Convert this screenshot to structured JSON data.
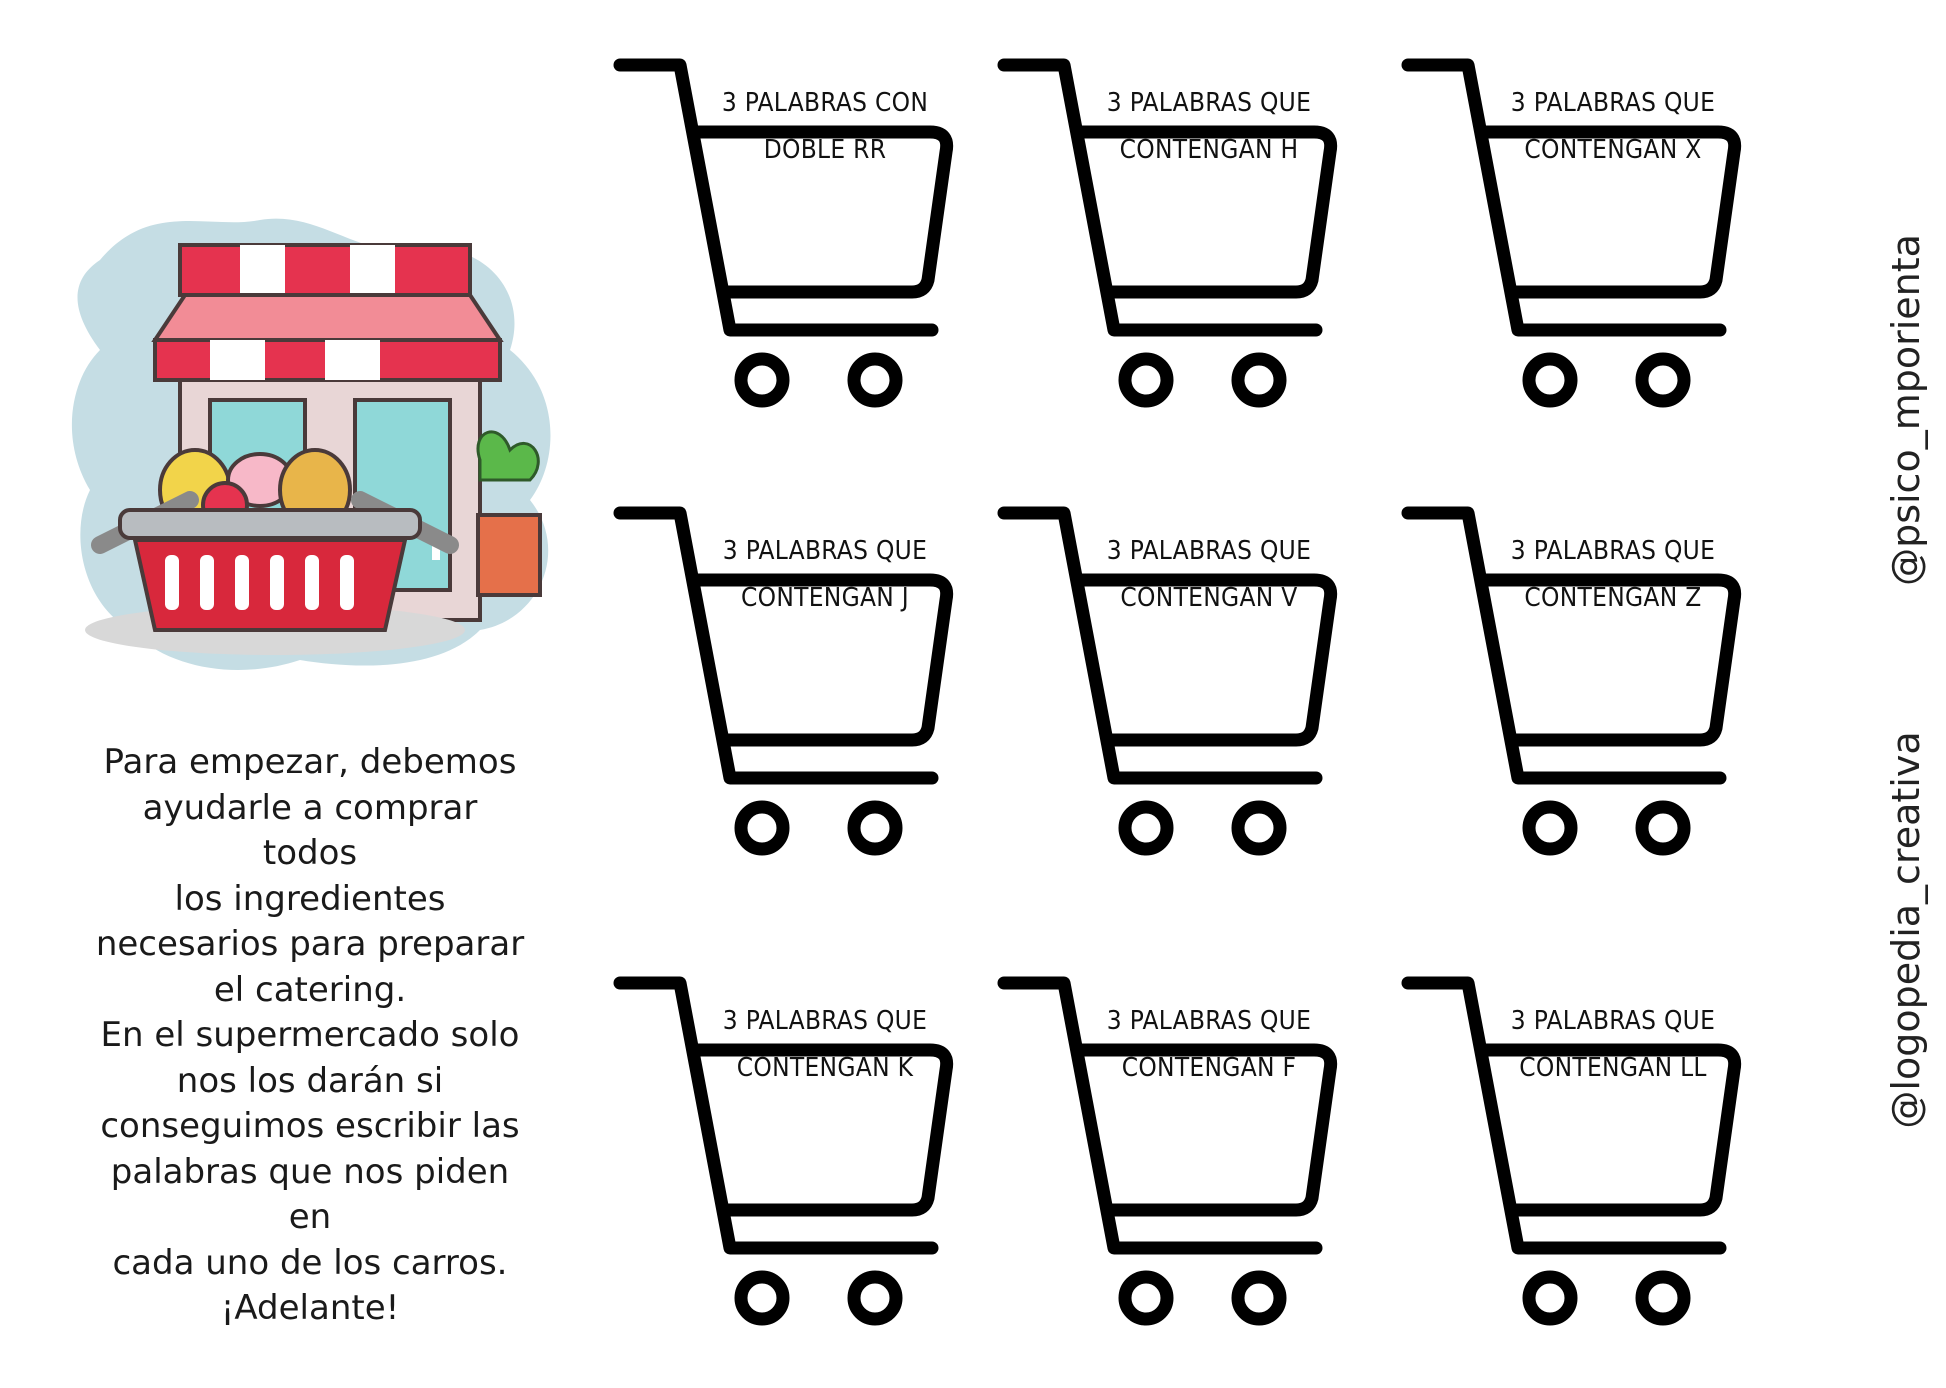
{
  "intro": {
    "lines": [
      "Para empezar, debemos",
      "ayudarle a comprar todos",
      "los ingredientes",
      "necesarios para preparar",
      "el catering.",
      "En el supermercado solo",
      "nos los darán si",
      "conseguimos escribir las",
      "palabras que nos piden en",
      "cada uno de los carros.",
      "¡Adelante!"
    ]
  },
  "carts": [
    {
      "line1": "3 PALABRAS CON",
      "line2": "DOBLE RR"
    },
    {
      "line1": "3 PALABRAS QUE",
      "line2": "CONTENGAN H"
    },
    {
      "line1": "3 PALABRAS QUE",
      "line2": "CONTENGAN X"
    },
    {
      "line1": "3 PALABRAS QUE",
      "line2": "CONTENGAN J"
    },
    {
      "line1": "3 PALABRAS QUE",
      "line2": "CONTENGAN V"
    },
    {
      "line1": "3 PALABRAS QUE",
      "line2": "CONTENGAN Z"
    },
    {
      "line1": "3 PALABRAS QUE",
      "line2": "CONTENGAN K"
    },
    {
      "line1": "3 PALABRAS QUE",
      "line2": "CONTENGAN F"
    },
    {
      "line1": "3 PALABRAS QUE",
      "line2": "CONTENGAN LL"
    }
  ],
  "handles": {
    "top": "@psico_mporienta",
    "bottom": "@logopedia_creativa"
  },
  "icons": {
    "illustration": "grocery-store-icon",
    "cart": "shopping-cart-icon"
  },
  "colors": {
    "awning_red": "#e5334f",
    "awning_pink": "#f28c96",
    "window_teal": "#8fd8d8",
    "wall": "#e8d6d6",
    "basket_red": "#d8283c",
    "splash_blue": "#c5dde4"
  }
}
